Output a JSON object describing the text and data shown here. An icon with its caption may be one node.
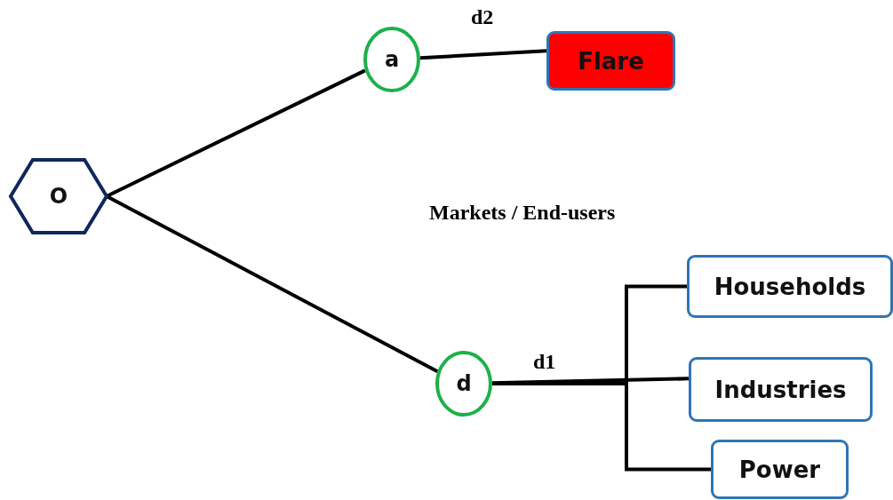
{
  "diagram": {
    "nodes": [
      {
        "text": [
          "O"
        ]
      },
      {
        "text": [
          "a"
        ]
      },
      {
        "text": [
          "Flare"
        ]
      },
      {
        "text": [
          "d"
        ]
      },
      {
        "text": [
          "Households"
        ]
      },
      {
        "text": [
          "Industries"
        ]
      },
      {
        "text": [
          "Power"
        ]
      }
    ],
    "edges": [
      {
        "from": 0,
        "to": 1,
        "arrow": "none"
      },
      {
        "from": 1,
        "to": 2,
        "arrow": "none",
        "label": "d2"
      },
      {
        "from": 0,
        "to": 3,
        "arrow": "none"
      },
      {
        "from": 3,
        "to": 4,
        "arrow": "none"
      },
      {
        "from": 3,
        "to": 5,
        "arrow": "none",
        "label": "d1"
      },
      {
        "from": 3,
        "to": 6,
        "arrow": "none"
      }
    ],
    "labels": [
      "Markets / End-users"
    ]
  }
}
